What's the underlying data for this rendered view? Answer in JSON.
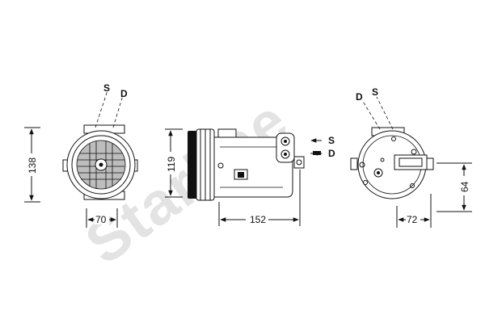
{
  "watermark": "Starline",
  "views": {
    "front": {
      "port_s": "S",
      "port_d": "D",
      "height_dim": "138",
      "width_dim": "70"
    },
    "side": {
      "height_dim": "119",
      "length_dim": "152",
      "port_s": "S",
      "port_d": "D"
    },
    "rear": {
      "port_d": "D",
      "port_s": "S",
      "height_dim": "64",
      "width_dim": "72"
    }
  },
  "colors": {
    "line": "#111111",
    "watermark": "#e3e3e3"
  }
}
